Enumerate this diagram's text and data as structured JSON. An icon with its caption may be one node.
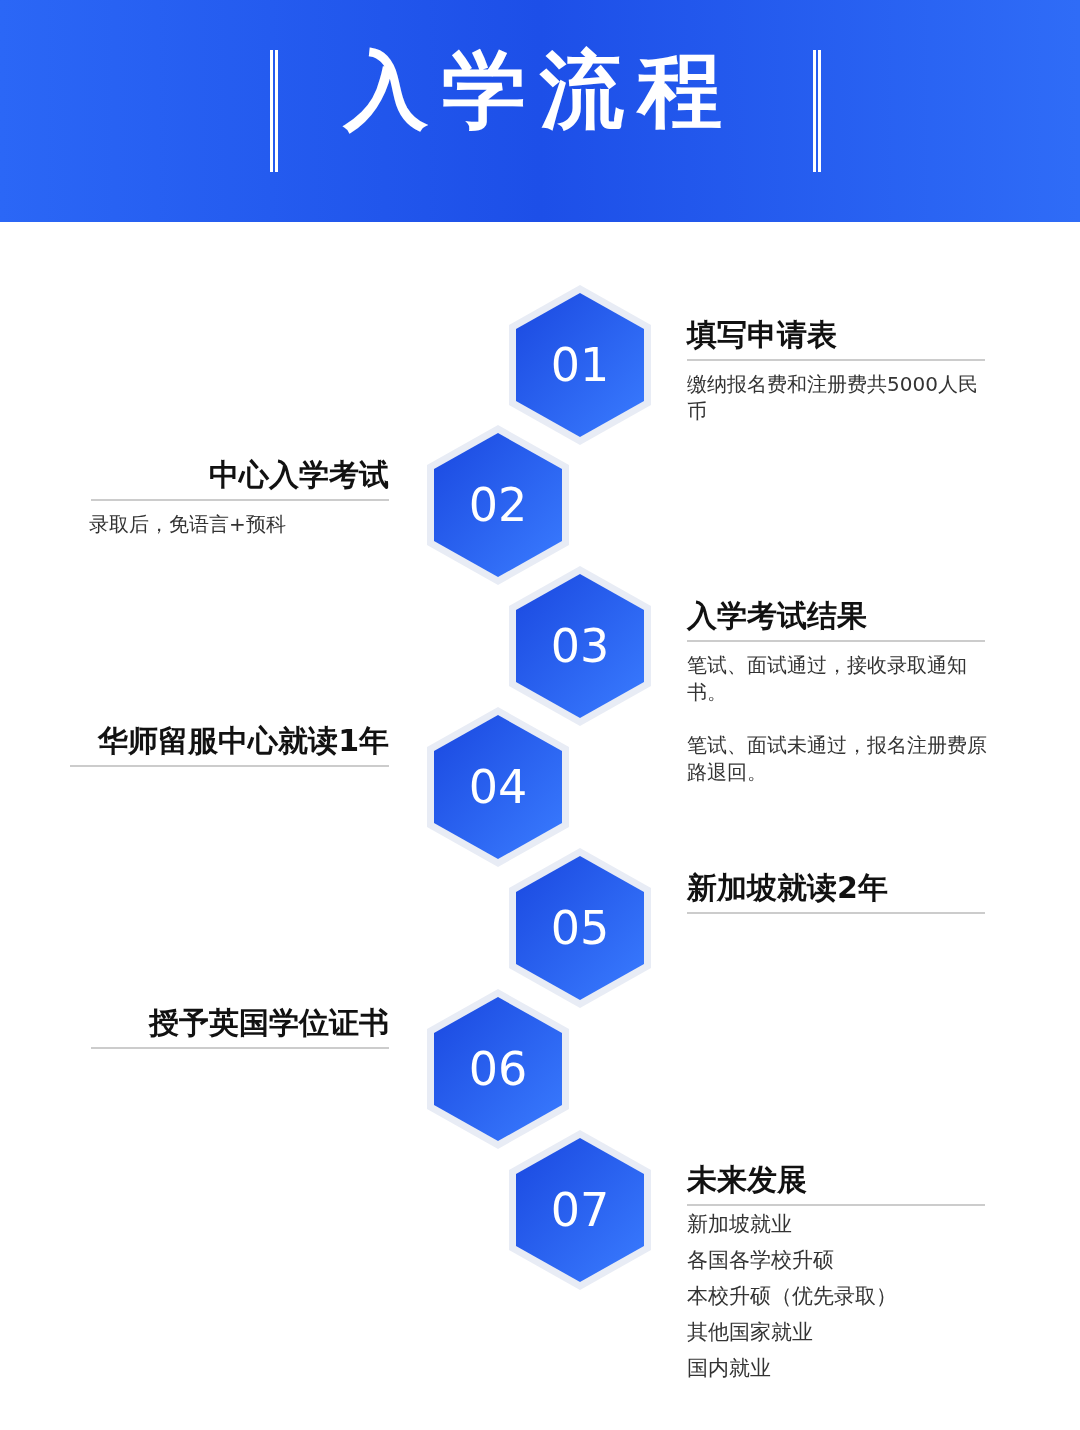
{
  "diagram": {
    "title": "入学流程",
    "nodes": [
      {
        "text": [
          "01"
        ],
        "beside": [
          "填写申请表",
          "缴纳报名费和注册费共5000人民币"
        ]
      },
      {
        "text": [
          "02"
        ],
        "beside": [
          "中心入学考试",
          "录取后，免语言+预科"
        ]
      },
      {
        "text": [
          "03"
        ],
        "beside": [
          "入学考试结果",
          "笔试、面试通过，接收录取通知书。",
          "笔试、面试未通过，报名注册费原路退回。"
        ]
      },
      {
        "text": [
          "04"
        ],
        "beside": [
          "华师留服中心就读1年"
        ]
      },
      {
        "text": [
          "05"
        ],
        "beside": [
          "新加坡就读2年"
        ]
      },
      {
        "text": [
          "06"
        ],
        "beside": [
          "授予英国学位证书"
        ]
      },
      {
        "text": [
          "07"
        ],
        "beside": [
          "未来发展",
          "新加坡就业",
          "各国各学校升硕",
          "本校升硕（优先录取）",
          "其他国家就业",
          "国内就业"
        ]
      }
    ]
  }
}
